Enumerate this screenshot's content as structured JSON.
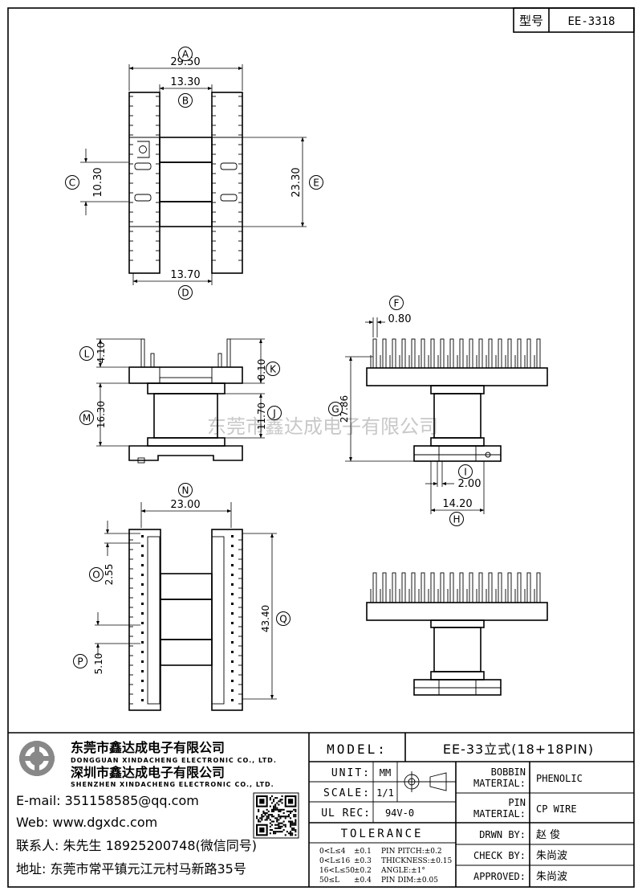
{
  "header": {
    "model_label": "型号",
    "model_code": "EE-3318"
  },
  "dimensions": {
    "A": "29.50",
    "B": "13.30",
    "C": "10.30",
    "D": "13.70",
    "E": "23.30",
    "F": "0.80",
    "G": "27.86",
    "H": "14.20",
    "I": "2.00",
    "J": "11.70",
    "K": "8.10",
    "L": "4.10",
    "M": "16.30",
    "N": "23.00",
    "O": "2.55",
    "P": "5.10",
    "Q": "43.40"
  },
  "dim_letters": [
    "A",
    "B",
    "C",
    "D",
    "E",
    "F",
    "G",
    "H",
    "I",
    "J",
    "K",
    "L",
    "M",
    "N",
    "O",
    "P",
    "Q"
  ],
  "watermark": "东莞市鑫达成电子有限公司",
  "company": {
    "name_cn1": "东莞市鑫达成电子有限公司",
    "name_en1": "DONGGUAN XINDACHENG ELECTRONIC CO., LTD.",
    "name_cn2": "深圳市鑫达成电子有限公司",
    "name_en2": "SHENZHEN XINDACHENG ELECTRONIC CO., LTD.",
    "email": "E-mail: 351158585@qq.com",
    "web": "Web: www.dgxdc.com",
    "contact": "联系人: 朱先生 18925200748(微信同号)",
    "address": "地址: 东莞市常平镇元江元村马新路35号"
  },
  "title_block": {
    "model_label": "MODEL:",
    "model_value": "EE-33立式(18+18PIN)",
    "unit_label": "UNIT:",
    "unit_value": "MM",
    "scale_label": "SCALE:",
    "scale_value": "1/1",
    "ul_label": "UL REC:",
    "ul_value": "94V-0",
    "bobbin_material_label_1": "BOBBIN",
    "bobbin_material_label_2": "MATERIAL:",
    "bobbin_material_value": "PHENOLIC",
    "pin_material_label_1": "PIN",
    "pin_material_label_2": "MATERIAL:",
    "pin_material_value": "CP WIRE",
    "tolerance_title": "TOLERANCE",
    "tolerance_rows": [
      [
        "0<L≤4",
        "±0.1",
        "PIN PITCH:±0.2"
      ],
      [
        "0<L≤16",
        "±0.3",
        "THICKNESS:±0.15"
      ],
      [
        "16<L≤50",
        "±0.2",
        "ANGLE:±1°"
      ],
      [
        "50≤L",
        "±0.4",
        "PIN DIM:±0.05"
      ]
    ],
    "drawn_label": "DRWN BY:",
    "drawn_value": "赵  俊",
    "check_label": "CHECK BY:",
    "check_value": "朱尚波",
    "approved_label": "APPROVED:",
    "approved_value": "朱尚波"
  }
}
